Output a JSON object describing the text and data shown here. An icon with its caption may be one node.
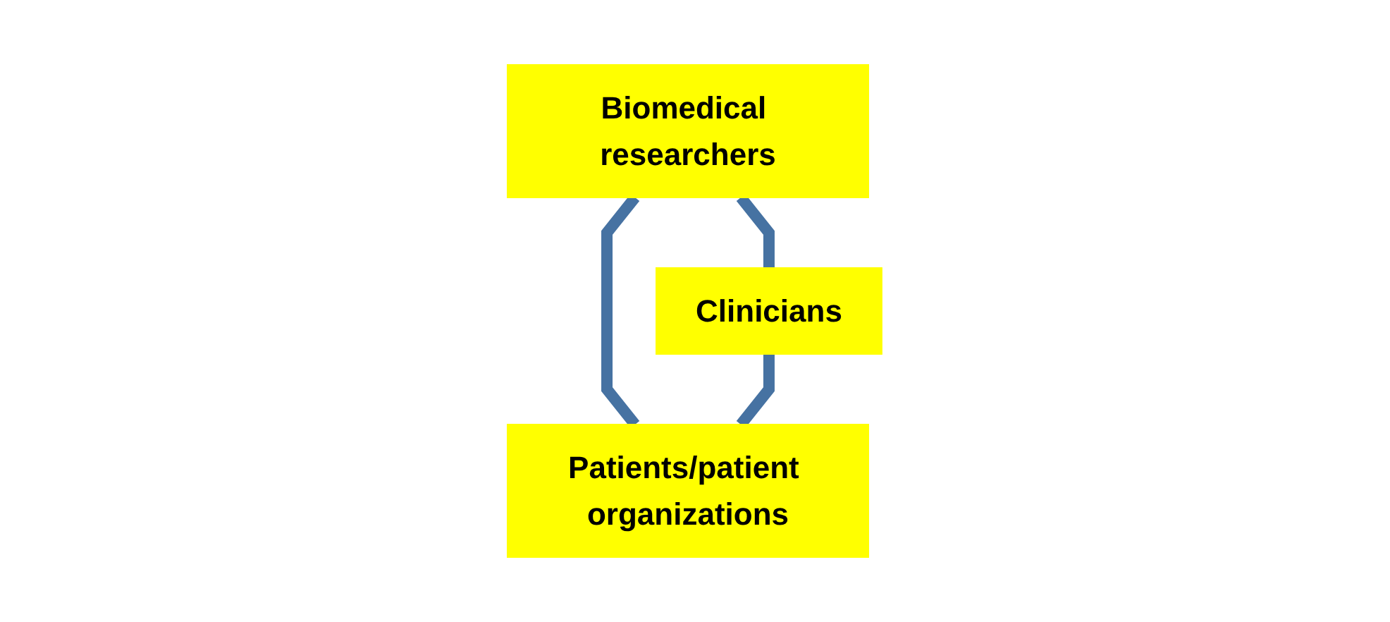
{
  "diagram": {
    "nodes": [
      {
        "text": [
          "Biomedical researchers"
        ]
      },
      {
        "text": [
          "Clinicians"
        ]
      },
      {
        "text": [
          "Patients/patient organizations"
        ]
      }
    ],
    "edges": [
      {
        "from": 0,
        "to": 1,
        "arrow": "none",
        "color": "#4672a2"
      },
      {
        "from": 0,
        "to": 2,
        "arrow": "none",
        "color": "#4672a2"
      },
      {
        "from": 1,
        "to": 2,
        "arrow": "none",
        "color": "#4672a2"
      }
    ]
  }
}
